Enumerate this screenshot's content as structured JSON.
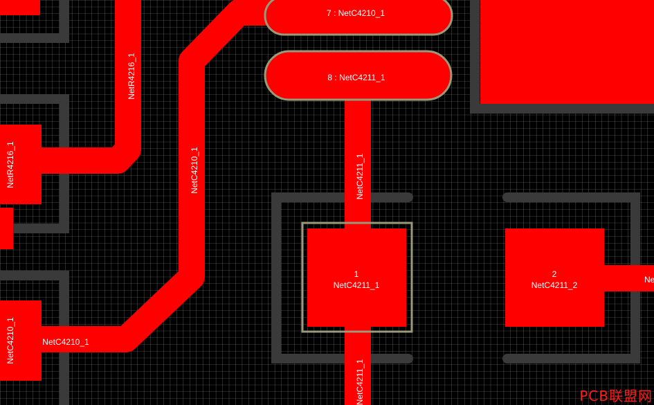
{
  "colors": {
    "background": "#000000",
    "grid": "#8a8a8a",
    "copper": "#ff0000",
    "keepout": "#3a3a3a",
    "pad_outline": "#9a9a7a",
    "label": "#ffffff"
  },
  "pads": {
    "pad7": {
      "text": "7 : NetC4210_1"
    },
    "pad8": {
      "text": "8 : NetC4211_1"
    },
    "pad1": {
      "number": "1",
      "net": "NetC4211_1"
    },
    "pad2": {
      "number": "2",
      "net": "NetC4211_2"
    }
  },
  "trace_labels": {
    "netr4216_vertical": "NetR4216_1",
    "netr4216_pad": "NetR4216_1",
    "netc4210_diag": "NetC4210_1",
    "netc4210_pad": "NetC4210_1",
    "netc4210_horizontal": "NetC4210_1",
    "netc4211_upper": "NetC4211_1",
    "netc4211_lower": "NetC4211_1",
    "netc4211_right_edge": "Net"
  },
  "watermark": "PCB联盟网"
}
